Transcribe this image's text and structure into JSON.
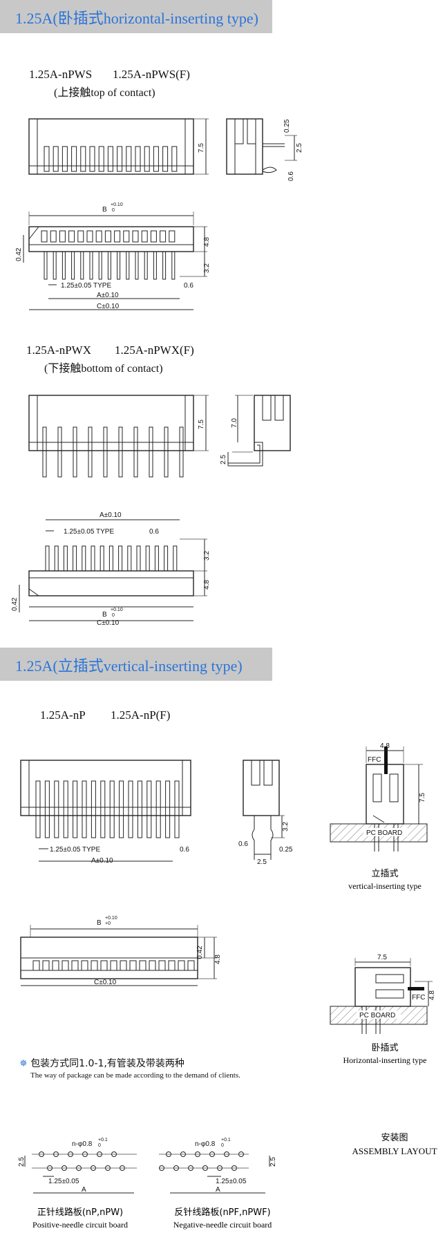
{
  "sections": {
    "horizontal_title": "1.25A(卧插式horizontal-inserting type)",
    "vertical_title": "1.25A(立插式vertical-inserting type)"
  },
  "pws": {
    "model_1": "1.25A-nPWS",
    "model_2": "1.25A-nPWS(F)",
    "note": "(上接触top of contact)",
    "dims": {
      "h": "7.5",
      "d1": "0.25",
      "d2": "2.5",
      "d3": "0.6",
      "b": "B",
      "b_tol_up": "+0.10",
      "b_tol_dn": "0",
      "t1": "0.42",
      "t2": "4.8",
      "t3": "3.2",
      "pitch": "1.25±0.05 TYPE",
      "g": "0.6",
      "a": "A±0.10",
      "c": "C±0.10"
    }
  },
  "pwx": {
    "model_1": "1.25A-nPWX",
    "model_2": "1.25A-nPWX(F)",
    "note": "(下接触bottom of contact)",
    "dims": {
      "h": "7.5",
      "s1": "7.0",
      "s2": "2.5",
      "a": "A±0.10",
      "pitch": "1.25±0.05 TYPE",
      "g": "0.6",
      "t3": "3.2",
      "t2": "4.8",
      "t1": "0.42",
      "b": "B",
      "b_tol_up": "+0.10",
      "b_tol_dn": "0",
      "c": "C±0.10"
    }
  },
  "np": {
    "model_1": "1.25A-nP",
    "model_2": "1.25A-nP(F)",
    "dims": {
      "pitch": "1.25±0.05 TYPE",
      "g": "0.6",
      "a": "A±0.10",
      "s1": "3.2",
      "s2": "0.6",
      "s3": "2.5",
      "s4": "0.25",
      "b": "B",
      "b_tol_up": "+0.10",
      "b_tol_dn": "+0",
      "t1": "0.42",
      "t2": "4.8",
      "c": "C±0.10"
    }
  },
  "assembly": {
    "vertical": {
      "w": "4.8",
      "ffc": "FFC",
      "h": "7.5",
      "board": "PC BOARD",
      "cap_cn": "立插式",
      "cap_en": "vertical-inserting type"
    },
    "horizontal": {
      "w": "7.5",
      "ffc": "FFC",
      "h": "4.8",
      "board": "PC BOARD",
      "cap_cn": "卧插式",
      "cap_en": "Horizontal-inserting type"
    },
    "title_cn": "安装图",
    "title_en": "ASSEMBLY LAYOUT"
  },
  "package": {
    "bullet": "✵",
    "cn": "包装方式同1.0-1,有管装及带装两种",
    "en": "The way of package can be made according to the demand of clients."
  },
  "pcb": {
    "positive": {
      "holes": "n-φ0.8",
      "tol_up": "+0.1",
      "tol_dn": "0",
      "side": "2.5",
      "pitch": "1.25±0.05",
      "a": "A",
      "cap_cn": "正针线路板(nP,nPW)",
      "cap_en": "Positive-needle circuit board"
    },
    "negative": {
      "holes": "n-φ0.8",
      "tol_up": "+0.1",
      "tol_dn": "0",
      "side": "2.5",
      "pitch": "1.25±0.05",
      "a": "A",
      "cap_cn": "反针线路板(nPF,nPWF)",
      "cap_en": "Negative-needle circuit board"
    }
  }
}
